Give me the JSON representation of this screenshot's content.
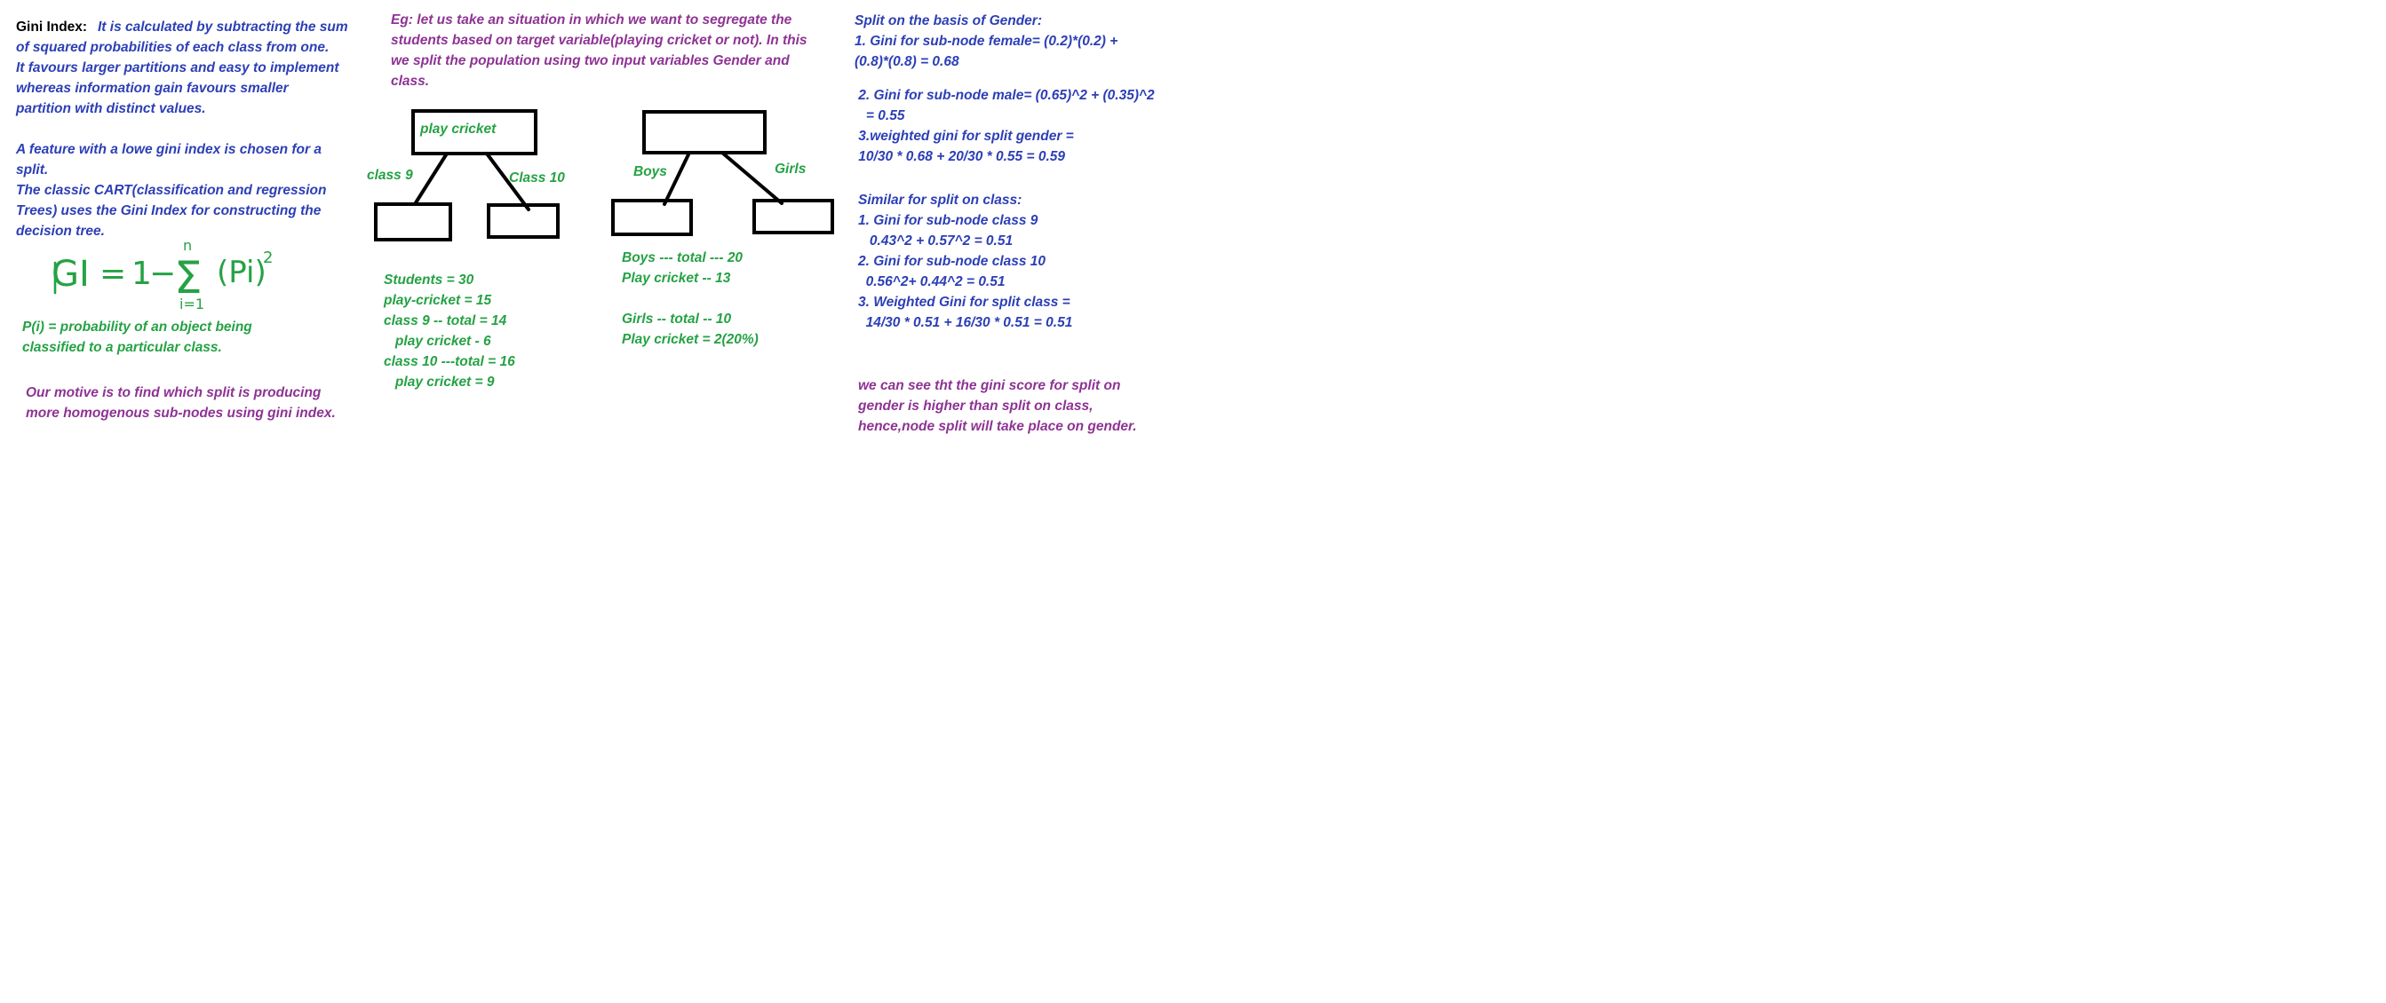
{
  "left_panel": {
    "heading": "Gini Index:",
    "definition_lines": [
      "It is calculated by subtracting the sum",
      "of squared probabilities of each class from one.",
      "It favours larger partitions and easy to implement",
      "whereas information gain favours smaller",
      "partition with distinct values."
    ],
    "cart_lines": [
      "A feature with a lowe gini index is chosen for a",
      "split.",
      "The classic CART(classification and regression",
      "Trees) uses the Gini Index for constructing the",
      "decision tree."
    ],
    "formula": {
      "lhs": "GI",
      "equals": "=",
      "one": "1",
      "minus": "−",
      "sigma": "Σ",
      "upper": "n",
      "lower": "i=1",
      "term": "(Pi)",
      "power": "2"
    },
    "probability_lines": [
      "P(i) = probability of an object being",
      "classified to a particular class."
    ],
    "motive_lines": [
      "Our motive is to find which split is producing",
      "more homogenous sub-nodes using gini index."
    ]
  },
  "example": {
    "intro_lines": [
      "Eg: let us take an situation in which we want to segregate the",
      "students based on target variable(playing cricket or not). In this",
      "we split the population using two input variables Gender and",
      "class."
    ],
    "class_tree": {
      "root_label": "play cricket",
      "left_edge_label": "class 9",
      "right_edge_label": "Class 10"
    },
    "gender_tree": {
      "root_label": "",
      "left_edge_label": "Boys",
      "right_edge_label": "Girls"
    },
    "class_stats": [
      "Students = 30",
      "play-cricket = 15",
      "class 9 -- total = 14",
      "   play cricket - 6",
      "class 10 ---total = 16",
      "   play cricket = 9"
    ],
    "gender_stats": [
      "Boys --- total --- 20",
      "Play cricket -- 13",
      "",
      "Girls -- total -- 10",
      "Play cricket = 2(20%)"
    ]
  },
  "calculations": {
    "gender_lines": [
      "Split on the basis of Gender:",
      "1. Gini for sub-node female= (0.2)*(0.2) +",
      "(0.8)*(0.8) = 0.68",
      "",
      " 2. Gini for sub-node male= (0.65)^2 + (0.35)^2",
      "   = 0.55",
      " 3.weighted gini for split gender =",
      " 10/30 * 0.68 + 20/30 * 0.55 = 0.59"
    ],
    "class_lines": [
      "Similar for split on class:",
      "1. Gini for sub-node class 9",
      "   0.43^2 + 0.57^2 = 0.51",
      "2. Gini for sub-node class 10",
      "  0.56^2+ 0.44^2 = 0.51",
      "3. Weighted Gini for split class =",
      "  14/30 * 0.51 + 16/30 * 0.51 = 0.51"
    ],
    "conclusion_lines": [
      "we can see tht the gini score for split on",
      "gender is higher than split on class,",
      "hence,node split will take place on gender."
    ]
  },
  "colors": {
    "blue_text": "#2c3fb6",
    "purple_text": "#8e3394",
    "green_text": "#25a244",
    "shapes": "#000000",
    "background": "#ffffff"
  }
}
